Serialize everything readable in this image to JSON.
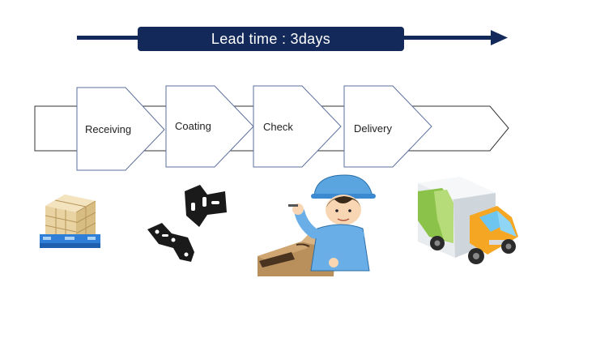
{
  "lead_time": {
    "label": "Lead time : 3days"
  },
  "steps": [
    {
      "label": "Receiving"
    },
    {
      "label": "Coating"
    },
    {
      "label": "Check"
    },
    {
      "label": "Delivery"
    }
  ],
  "icons": [
    "pallet-boxes-icon",
    "metal-bracket-icon",
    "inspection-worker-icon",
    "delivery-truck-icon"
  ],
  "colors": {
    "lead_bar": "#13295a",
    "outline": "#5b6f9e",
    "truck_cargo": "#8bc34a",
    "truck_cab": "#f5a623",
    "pallet": "#2f7ed8"
  }
}
